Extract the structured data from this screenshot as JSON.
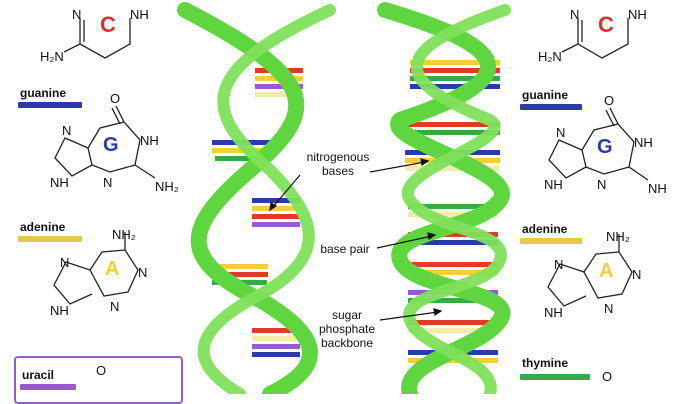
{
  "bases_left": {
    "cytosine_letter": "C",
    "guanine": {
      "name": "guanine",
      "letter": "G",
      "color": "#2a3aa8"
    },
    "adenine": {
      "name": "adenine",
      "letter": "A",
      "color": "#e6c84a"
    },
    "uracil": {
      "name": "uracil",
      "color": "#9b59d0"
    }
  },
  "bases_right": {
    "cytosine_letter": "C",
    "guanine": {
      "name": "guanine",
      "letter": "G",
      "color": "#2a3aa8"
    },
    "adenine": {
      "name": "adenine",
      "letter": "A",
      "color": "#e6c84a"
    },
    "thymine": {
      "name": "thymine",
      "color": "#3aa84a"
    }
  },
  "atoms": {
    "NH": "NH",
    "N": "N",
    "H2N": "H₂N",
    "NH2": "NH₂",
    "O": "O"
  },
  "callouts": {
    "nitrogenous_bases": [
      "nitrogenous",
      "bases"
    ],
    "base_pair": "base pair",
    "sugar_phosphate_backbone": [
      "sugar",
      "phosphate",
      "backbone"
    ]
  },
  "colors": {
    "backbone": "#5fd63f",
    "backbone_dark": "#3ea82b",
    "rung_colors": [
      "#e03a2a",
      "#f2cf3a",
      "#2a3aa8",
      "#3aa84a",
      "#f5e8b0",
      "#9b59d0"
    ]
  }
}
